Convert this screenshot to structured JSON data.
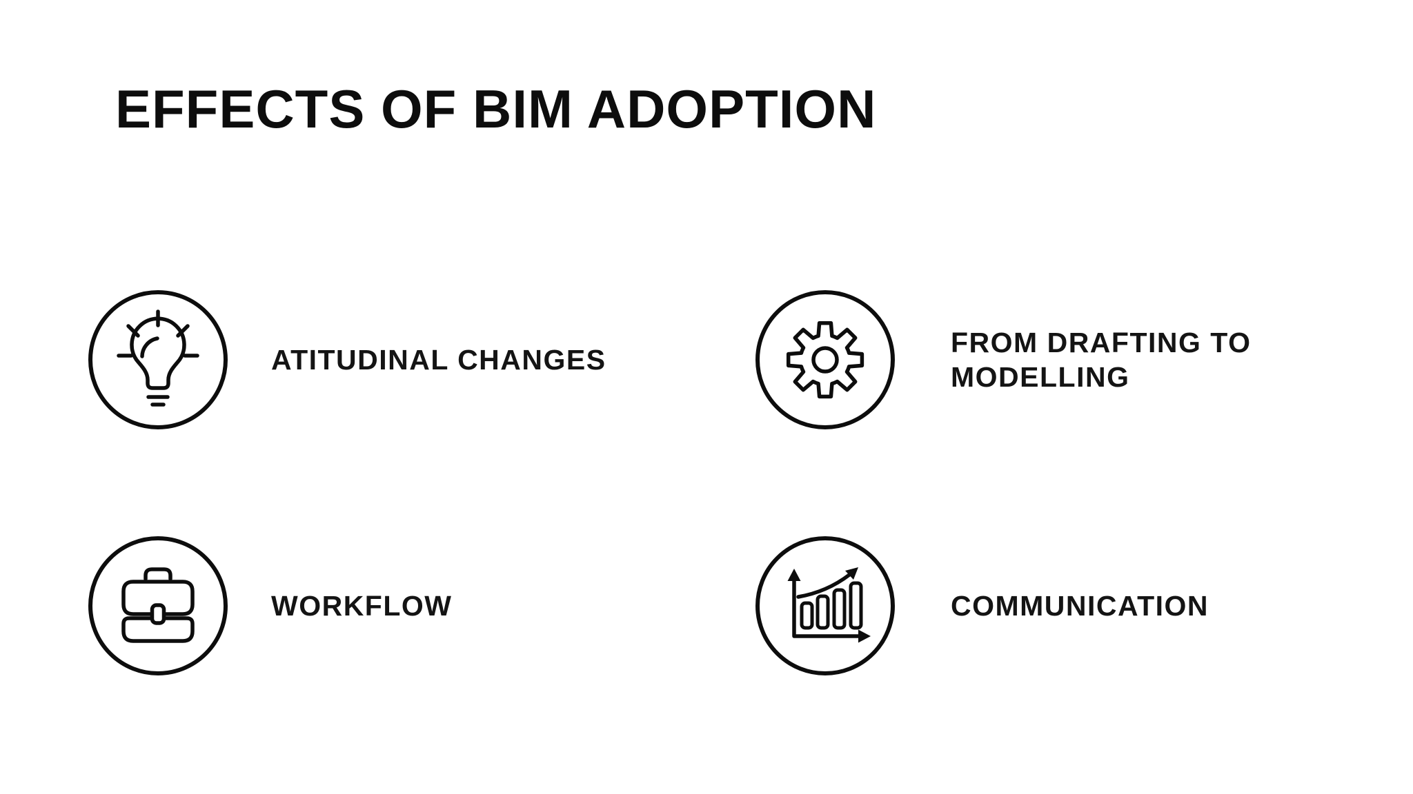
{
  "page": {
    "background": "#ffffff",
    "ink_color": "#0d0d0d"
  },
  "title": "EFFECTS OF BIM ADOPTION",
  "items": [
    {
      "id": "attitudinal-changes",
      "icon": "lightbulb-icon",
      "label": "ATITUDINAL CHANGES"
    },
    {
      "id": "drafting-to-modelling",
      "icon": "gear-icon",
      "label": "FROM DRAFTING TO\nMODELLING"
    },
    {
      "id": "workflow",
      "icon": "briefcase-icon",
      "label": "WORKFLOW"
    },
    {
      "id": "communication",
      "icon": "bar-chart-icon",
      "label": "COMMUNICATION"
    }
  ]
}
